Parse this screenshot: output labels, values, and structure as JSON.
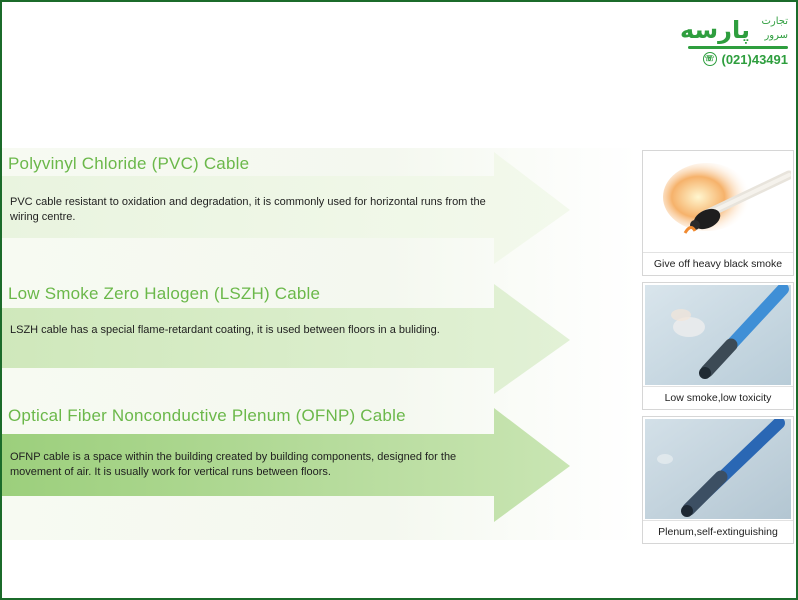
{
  "logo": {
    "brand_text": "پارسه",
    "tagline_top": "تجارت",
    "tagline_bottom": "سرور",
    "phone": "(021)43491"
  },
  "sections": [
    {
      "heading": "Polyvinyl Chloride (PVC) Cable",
      "description": "PVC cable resistant to oxidation and degradation, it is commonly used for horizontal runs from the wiring centre.",
      "image_caption": "Give off heavy black smoke"
    },
    {
      "heading": "Low Smoke Zero Halogen (LSZH) Cable",
      "description": "LSZH cable has a special flame-retardant coating, it is used between floors in a buliding.",
      "image_caption": "Low smoke,low toxicity"
    },
    {
      "heading": "Optical Fiber Nonconductive Plenum (OFNP) Cable",
      "description": "OFNP cable is a space within the building created by building components, designed for the movement of air. It is usually work for vertical runs between floors.",
      "image_caption": "Plenum,self-extinguishing"
    }
  ],
  "colors": {
    "frame_border": "#1b6b2a",
    "brand_green": "#2e9e3e",
    "heading_green": "#6bb84a",
    "arrow_light": "#eef6e4",
    "arrow_mid": "#d6ebc5",
    "arrow_dark": "#9fd17f"
  }
}
